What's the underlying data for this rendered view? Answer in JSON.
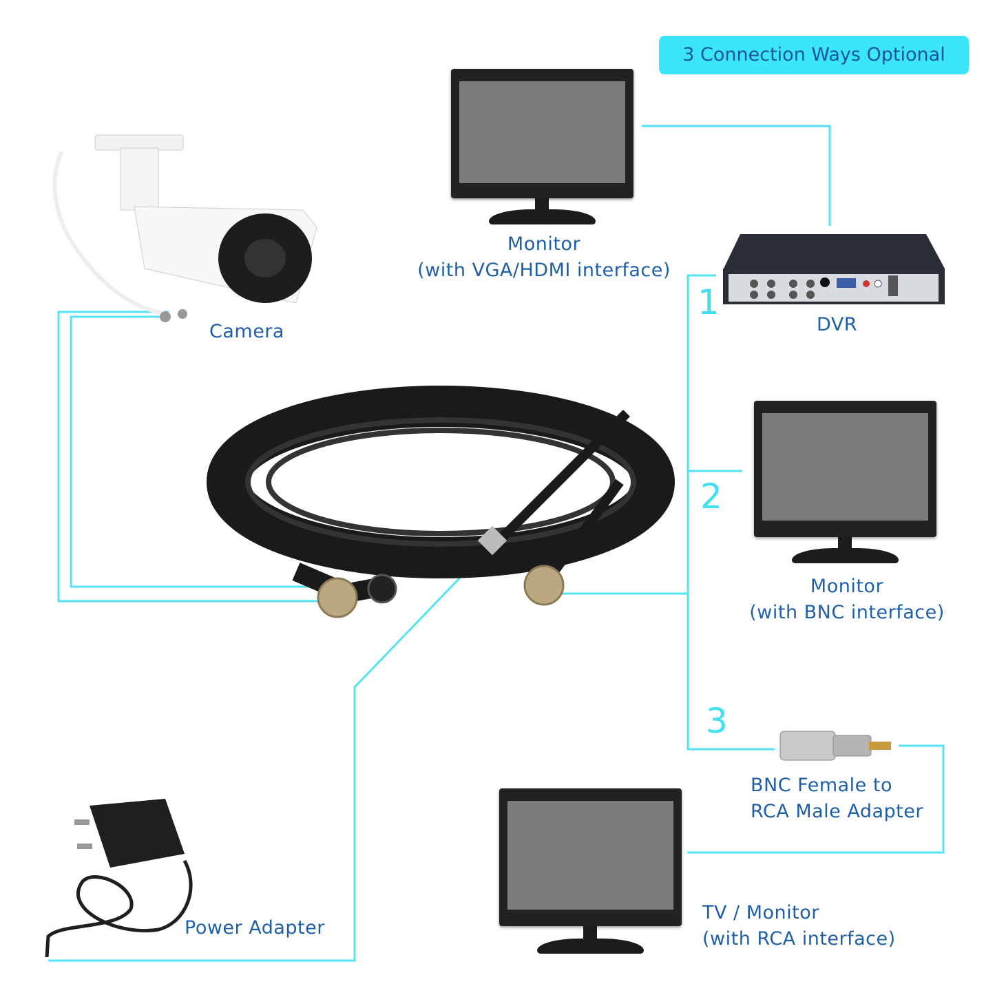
{
  "header": {
    "badge": "3 Connection Ways Optional"
  },
  "labels": {
    "camera": "Camera",
    "monitor_vga_title": "Monitor",
    "monitor_vga_sub": "(with VGA/HDMI interface)",
    "dvr": "DVR",
    "monitor_bnc_title": "Monitor",
    "monitor_bnc_sub": "(with BNC interface)",
    "adapter_line1": "BNC Female to",
    "adapter_line2": "RCA Male Adapter",
    "tv_title": "TV / Monitor",
    "tv_sub": "(with RCA interface)",
    "power": "Power Adapter"
  },
  "options": [
    "1",
    "2",
    "3"
  ],
  "colors": {
    "accent": "#3ae6f8",
    "line": "#4fe0f0",
    "text": "#1f5fa8"
  }
}
